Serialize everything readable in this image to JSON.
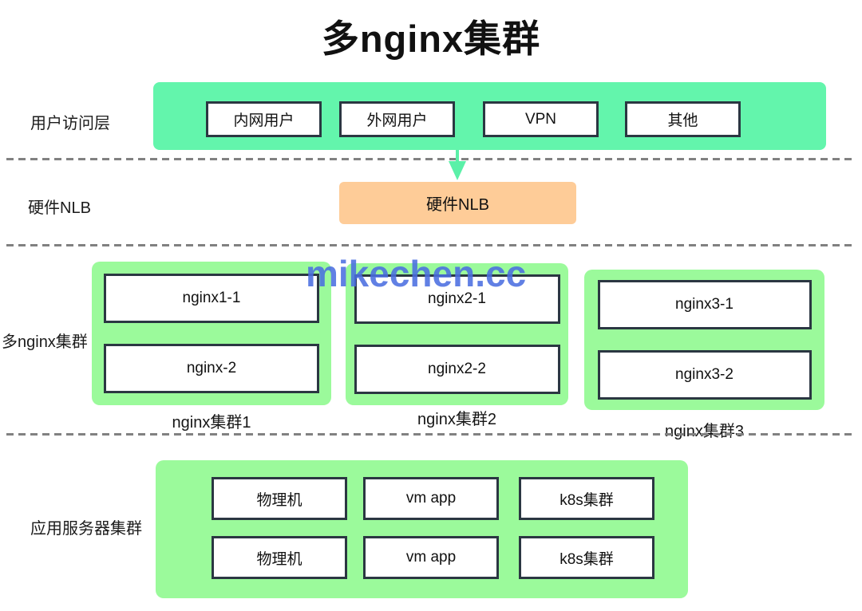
{
  "title": "多nginx集群",
  "watermark": "mikechen.cc",
  "colors": {
    "mint_green": "#63f5ac",
    "pale_green": "#9bfa9b",
    "orange": "#fecc98",
    "box_border": "#2b3742",
    "divider_gray": "#818181",
    "watermark_blue": "#4a6ee1",
    "text": "#111111"
  },
  "user_layer": {
    "label": "用户访问层",
    "boxes": [
      "内网用户",
      "外网用户",
      "VPN",
      "其他"
    ]
  },
  "nlb_layer": {
    "label": "硬件NLB",
    "box_label": "硬件NLB"
  },
  "nginx_layer": {
    "label": "多nginx集群",
    "clusters": [
      {
        "caption": "nginx集群1",
        "nodes": [
          "nginx1-1",
          "nginx-2"
        ]
      },
      {
        "caption": "nginx集群2",
        "nodes": [
          "nginx2-1",
          "nginx2-2"
        ]
      },
      {
        "caption": "nginx集群3",
        "nodes": [
          "nginx3-1",
          "nginx3-2"
        ]
      }
    ]
  },
  "app_layer": {
    "label": "应用服务器集群",
    "rows": [
      [
        "物理机",
        "vm app",
        "k8s集群"
      ],
      [
        "物理机",
        "vm app",
        "k8s集群"
      ]
    ]
  }
}
